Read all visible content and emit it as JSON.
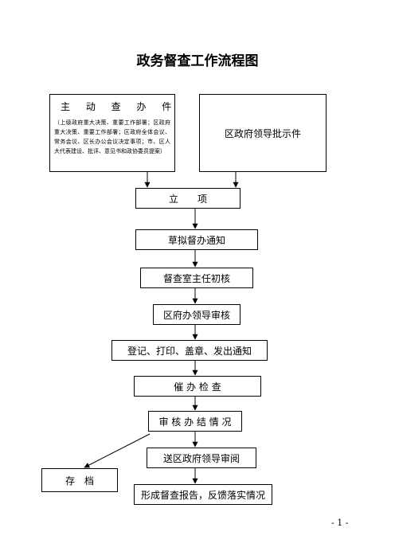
{
  "title": "政务督查工作流程图",
  "nodes": {
    "main_task": {
      "label": "主 动 查 办 件",
      "note": "（上级政府重大决策、重要工作部署；区政府重大决策、重要工作部署；区政府全体会议、常务会议、区长办公会议决定事项；市、区人大代表建设、批评、意见书和政协委员提案）"
    },
    "leader_instruction": "区政府领导批示件",
    "lixiang": "立　　项",
    "draft_notice": "草拟督办通知",
    "director_check": "督查室主任初核",
    "office_review": "区府办领导审核",
    "register": "登记、打印、盖章、发出通知",
    "urge_check": "催 办 检 查",
    "audit_status": "审 核 办 结 情 况",
    "send_review": "送区政府领导审阅",
    "archive": "存　档",
    "report": "形成督查报告，反馈落实情况"
  },
  "page_number": "- 1 -"
}
